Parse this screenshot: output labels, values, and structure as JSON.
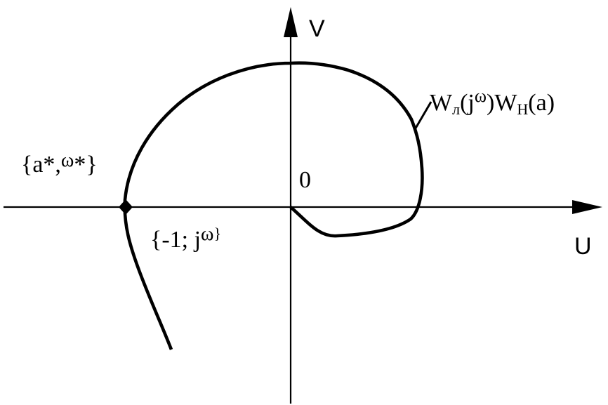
{
  "axes": {
    "horizontal_label": "U",
    "vertical_label": "V",
    "origin_label": "0"
  },
  "curve_label": {
    "w1": "W",
    "sub1": "л",
    "mid": "(j",
    "omega": "ω",
    "close": ")",
    "w2": "W",
    "sub2": "Н",
    "arg": "(a)"
  },
  "point_label": {
    "text": "{a*,",
    "omega": "ω",
    "star_close": "*}"
  },
  "critical_label": {
    "text": "{-1; j",
    "omega": "ω",
    "close": "}"
  },
  "colors": {
    "ink": "#000000",
    "background": "#ffffff"
  }
}
